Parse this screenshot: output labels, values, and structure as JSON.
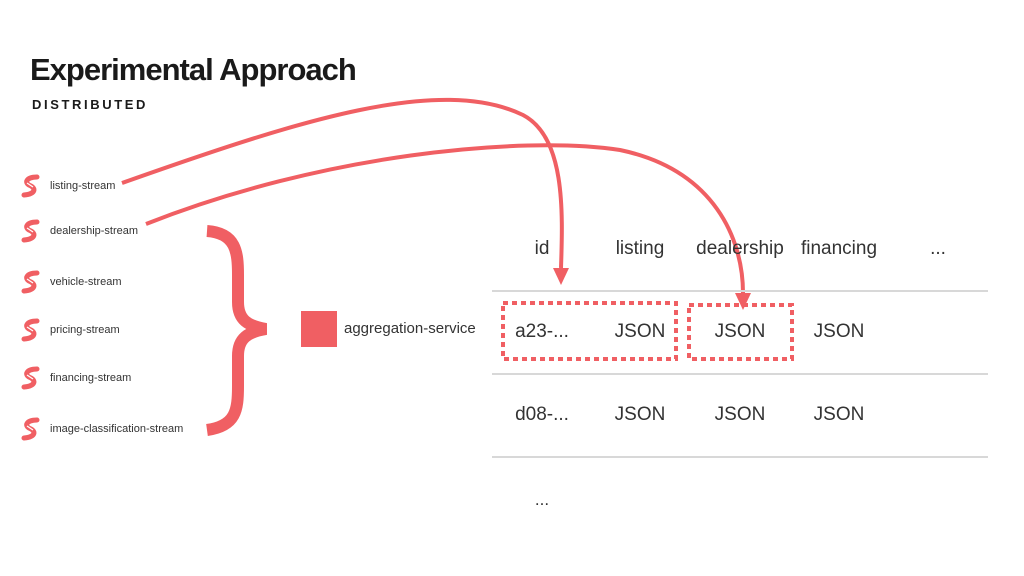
{
  "header": {
    "title": "Experimental Approach",
    "subtitle": "DISTRIBUTED"
  },
  "streams": [
    {
      "label": "listing-stream",
      "icon": "stream-s-icon"
    },
    {
      "label": "dealership-stream",
      "icon": "stream-s-icon"
    },
    {
      "label": "vehicle-stream",
      "icon": "stream-s-icon"
    },
    {
      "label": "pricing-stream",
      "icon": "stream-s-icon"
    },
    {
      "label": "financing-stream",
      "icon": "stream-s-icon"
    },
    {
      "label": "image-classification-stream",
      "icon": "stream-s-icon"
    }
  ],
  "service": {
    "label": "aggregation-service"
  },
  "table": {
    "headers": [
      "id",
      "listing",
      "dealership",
      "financing",
      "..."
    ],
    "rows": [
      [
        "a23-...",
        "JSON",
        "JSON",
        "JSON"
      ],
      [
        "d08-...",
        "JSON",
        "JSON",
        "JSON"
      ]
    ],
    "more_rows": "..."
  },
  "colors": {
    "accent": "#f05f63",
    "text": "#333333",
    "rule": "#d8d8d8"
  }
}
